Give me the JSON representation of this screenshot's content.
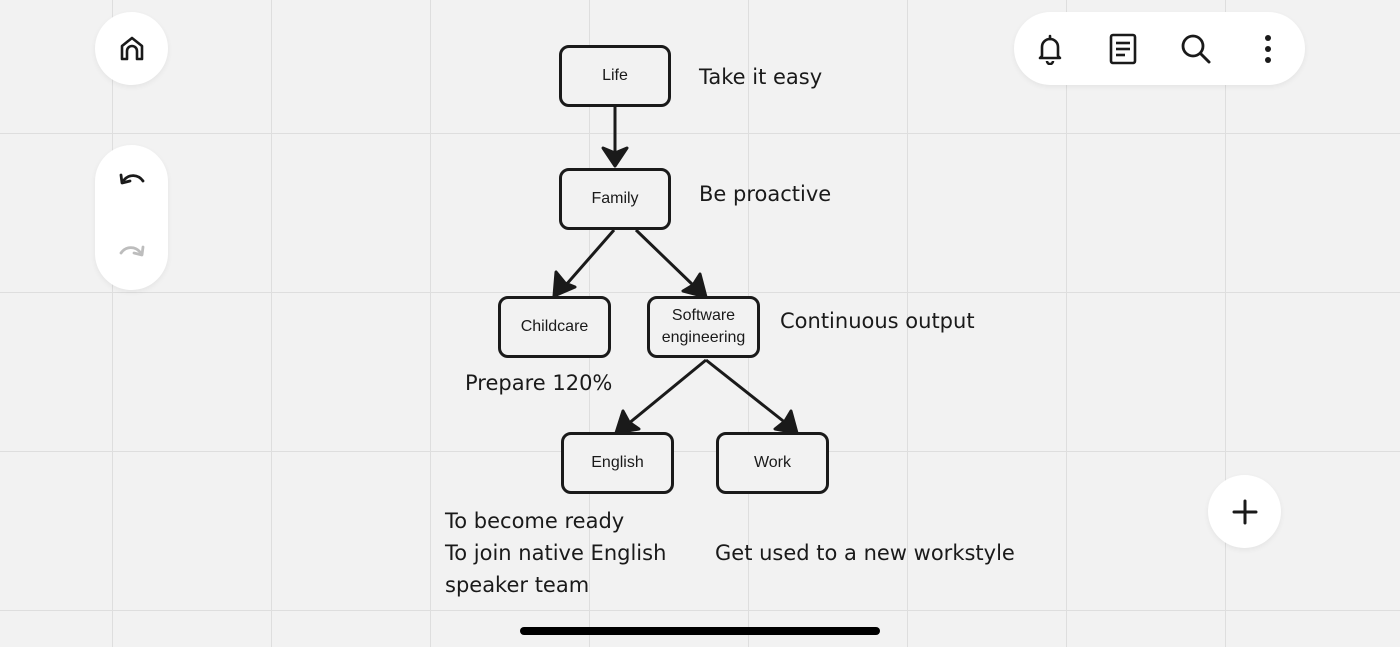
{
  "nodes": {
    "life": "Life",
    "family": "Family",
    "childcare": "Childcare",
    "software": "Software engineering",
    "english": "English",
    "work": "Work"
  },
  "notes": {
    "life": "Take it easy",
    "family": "Be proactive",
    "childcare": "Prepare 120%",
    "software": "Continuous output",
    "english_lines": [
      "To become ready",
      "To join native English",
      "speaker team"
    ],
    "work": "Get used to a new workstyle"
  },
  "icons": {
    "home": "home-icon",
    "undo": "undo-icon",
    "redo": "redo-icon",
    "notifications": "bell-icon",
    "notes": "document-icon",
    "search": "search-icon",
    "more": "more-vertical-icon",
    "add": "plus-icon"
  },
  "colors": {
    "canvas": "#f2f2f2",
    "grid": "#dedede",
    "ink": "#1a1a1a",
    "disabled": "#bdbdbd"
  }
}
